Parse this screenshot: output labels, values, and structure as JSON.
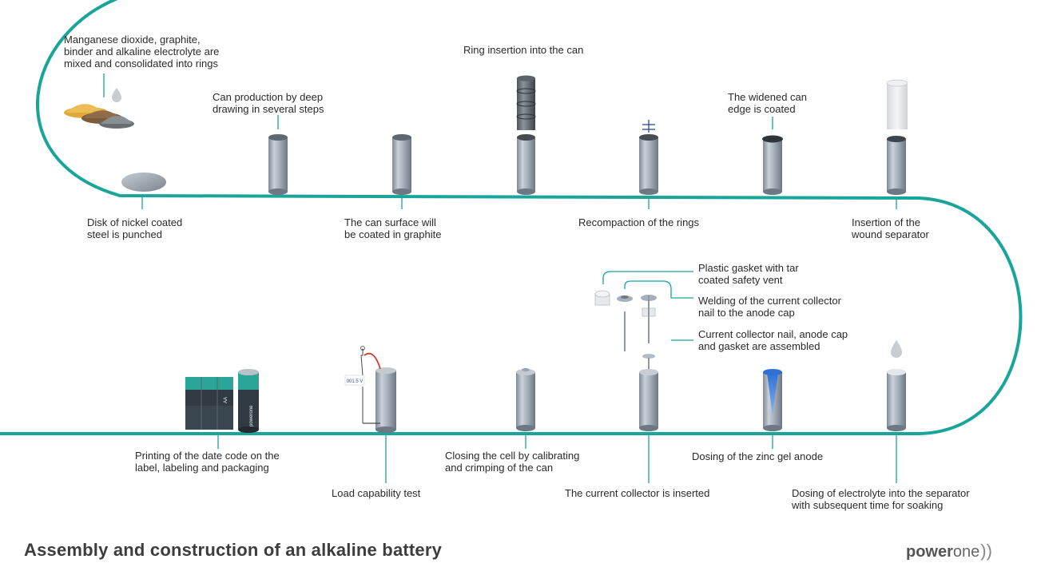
{
  "title": "Assembly and construction of an alkaline battery",
  "logo": {
    "text_bold": "power",
    "text_light": "one",
    "waves": "))"
  },
  "colors": {
    "track": "#1aa59a",
    "can": "#a9b4c0",
    "text": "#2a2a2a"
  },
  "labels": {
    "mix": "Manganese dioxide, graphite,\nbinder and alkaline electrolyte are\nmixed and consolidated into rings",
    "disk": "Disk of nickel coated\nsteel is punched",
    "can_production": "Can production by deep\ndrawing in several steps",
    "graphite": "The can surface will\nbe coated in graphite",
    "ring_insertion": "Ring insertion into the can",
    "recompaction": "Recompaction of the rings",
    "edge_coated": "The widened can\nedge is coated",
    "separator": "Insertion of the\nwound separator",
    "gasket": "Plastic gasket with tar\ncoated safety vent",
    "welding": "Welding of the current collector\nnail to the anode cap",
    "nail_assembled": "Current collector nail, anode cap\nand gasket are assembled",
    "printing": "Printing of the date code on the\nlabel, labeling and packaging",
    "load_test": "Load capability test",
    "closing": "Closing the cell by calibrating\nand crimping of the can",
    "collector_inserted": "The current collector is inserted",
    "zinc_gel": "Dosing of the zinc gel anode",
    "electrolyte": "Dosing of electrolyte into the separator\nwith subsequent time for soaking"
  },
  "meter_reading": "001.5 V",
  "battery_brand": "powerone",
  "battery_size": "AA"
}
